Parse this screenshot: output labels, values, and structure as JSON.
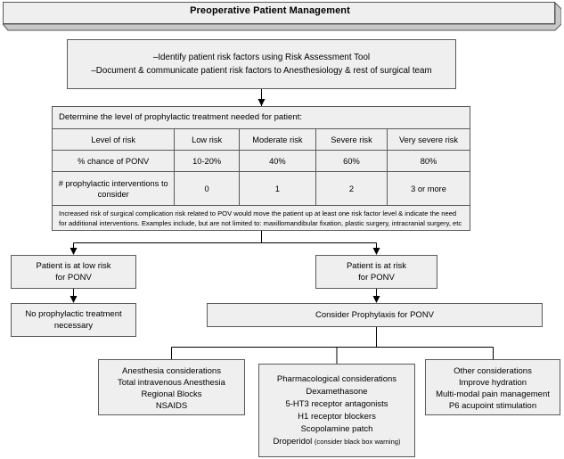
{
  "banner": {
    "title": "Preoperative Patient Management"
  },
  "instructions": {
    "line1": "–Identify patient risk factors using Risk Assessment Tool",
    "line2": "–Document & communicate patient risk factors to Anesthesiology & rest of surgical team"
  },
  "risk_table": {
    "title": "Determine the level of prophylactic treatment needed for patient:",
    "header_row": [
      "Level of risk",
      "Low risk",
      "Moderate risk",
      "Severe risk",
      "Very severe risk"
    ],
    "rows": [
      {
        "label": "% chance of PONV",
        "values": [
          "10-20%",
          "40%",
          "60%",
          "80%"
        ]
      },
      {
        "label": "# prophylactic interventions to consider",
        "values": [
          "0",
          "1",
          "2",
          "3 or more"
        ]
      }
    ],
    "note": "Increased risk of surgical complication risk related to POV would move the patient up at least one risk factor level & indicate the need for additional interventions. Examples include, but are not limited to: maxillomandibular fixation, plastic surgery, intracranial surgery, etc"
  },
  "nodes": {
    "low_risk": {
      "line1": "Patient is at low risk",
      "line2": "for PONV"
    },
    "no_prophylaxis": {
      "line1": "No prophylactic treatment",
      "line2": "necessary"
    },
    "at_risk": {
      "line1": "Patient is at risk",
      "line2": "for PONV"
    },
    "consider_prophylaxis": {
      "label": "Consider Prophylaxis for PONV"
    },
    "anesthesia": {
      "heading": "Anesthesia considerations",
      "items": [
        "Total intravenous Anesthesia",
        "Regional Blocks",
        "NSAIDS"
      ]
    },
    "pharmacological": {
      "heading": "Pharmacological considerations",
      "items": [
        "Dexamethasone",
        "5-HT3 receptor antagonists",
        "H1 receptor blockers",
        "Scopolamine patch"
      ],
      "last_item": "Droperidol",
      "last_item_note": "(consider black box warning)"
    },
    "other": {
      "heading": "Other considerations",
      "items": [
        "Improve hydration",
        "Multi-modal pain management",
        "P6 acupoint stimulation"
      ]
    }
  },
  "colors": {
    "box_fill": "#efefef",
    "box_border": "#5a5a5a",
    "banner_shadow": "#c8c8c8",
    "connector": "#000000"
  }
}
